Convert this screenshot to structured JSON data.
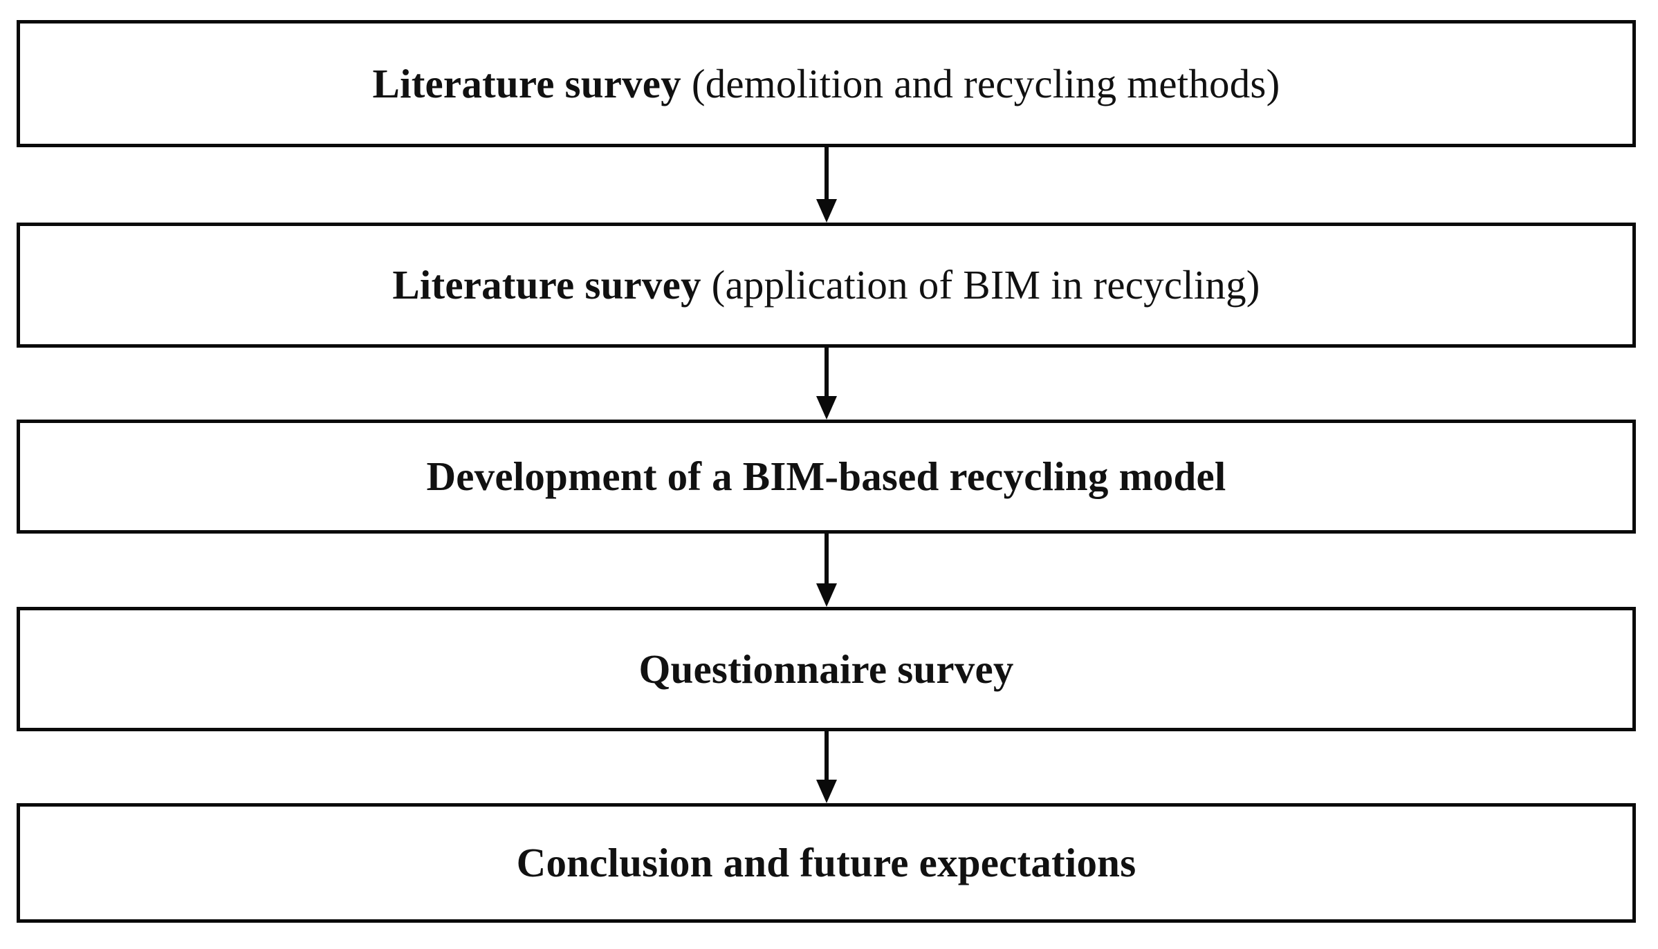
{
  "diagram": {
    "type": "vertical-flowchart",
    "title": "Research methodology flowchart",
    "orientation": "top-to-bottom",
    "background_color": "#ffffff",
    "box_border_color": "#0a0a0a",
    "text_color": "#111111",
    "arrow_color": "#0a0a0a",
    "node_count": 5,
    "connector_count": 4,
    "nodes": [
      {
        "id": "node-1",
        "name": "literature-survey-demolition",
        "bold_text": "Literature survey",
        "regular_text": " (demolition and recycling methods)",
        "full_text": "Literature survey (demolition and recycling methods)"
      },
      {
        "id": "node-2",
        "name": "literature-survey-bim",
        "bold_text": "Literature survey",
        "regular_text": " (application of BIM in recycling)",
        "full_text": "Literature survey (application of BIM in recycling)"
      },
      {
        "id": "node-3",
        "name": "development-bim-model",
        "bold_text": "Development of a BIM-based recycling model",
        "regular_text": "",
        "full_text": "Development of a BIM-based recycling model"
      },
      {
        "id": "node-4",
        "name": "questionnaire-survey",
        "bold_text": "Questionnaire survey",
        "regular_text": "",
        "full_text": "Questionnaire survey"
      },
      {
        "id": "node-5",
        "name": "conclusion-future-expectations",
        "bold_text": "Conclusion and future expectations",
        "regular_text": "",
        "full_text": "Conclusion and future expectations"
      }
    ],
    "connectors": [
      {
        "id": "arrow-1",
        "from": "node-1",
        "to": "node-2",
        "glyph": "down-arrow"
      },
      {
        "id": "arrow-2",
        "from": "node-2",
        "to": "node-3",
        "glyph": "down-arrow"
      },
      {
        "id": "arrow-3",
        "from": "node-3",
        "to": "node-4",
        "glyph": "down-arrow"
      },
      {
        "id": "arrow-4",
        "from": "node-4",
        "to": "node-5",
        "glyph": "down-arrow"
      }
    ]
  }
}
